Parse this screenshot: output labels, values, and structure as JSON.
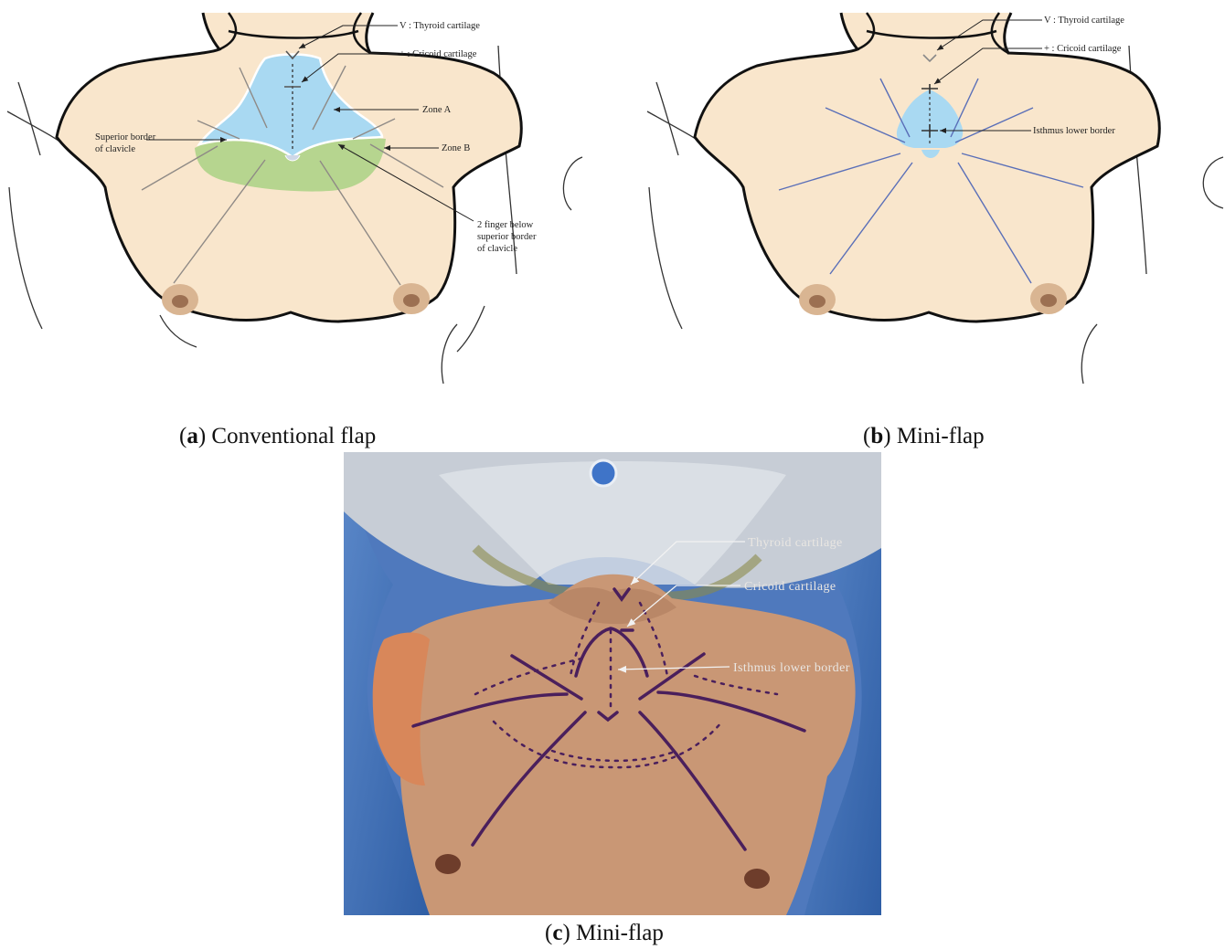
{
  "panel_a": {
    "caption_letter": "a",
    "caption_text": " Conventional flap",
    "labels": {
      "thyroid": "V : Thyroid cartilage",
      "cricoid": "+ : Cricoid cartilage",
      "zone_a": "Zone A",
      "zone_b": "Zone B",
      "clavicle_line1": "Superior border",
      "clavicle_line2": "of clavicle",
      "finger_line1": "2 finger below",
      "finger_line2": "superior border",
      "finger_line3": "of clavicle"
    }
  },
  "panel_b": {
    "caption_letter": "b",
    "caption_text": " Mini-flap",
    "labels": {
      "thyroid": "V : Thyroid cartilage",
      "cricoid": "+ : Cricoid cartilage",
      "isthmus": "Isthmus lower border"
    }
  },
  "panel_c": {
    "caption_letter": "c",
    "caption_text": " Mini-flap",
    "labels": {
      "thyroid": "Thyroid cartilage",
      "cricoid": "Cricoid cartilage",
      "isthmus": "Isthmus lower border"
    }
  },
  "colors": {
    "skin": "#f9e6cc",
    "zone_a": "#a9d9f2",
    "zone_b": "#b6d58f",
    "nipple": "#d9b592",
    "drape": "#3f6fb4",
    "marker": "#4a1f5c"
  }
}
